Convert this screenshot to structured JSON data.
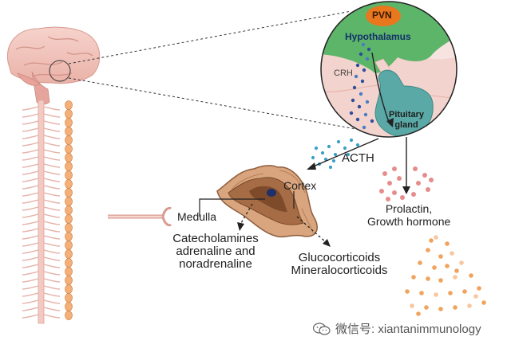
{
  "labels": {
    "pvn": "PVN",
    "hypothalamus": "Hypothalamus",
    "crh": "CRH",
    "pituitary_line1": "Pituitary",
    "pituitary_line2": "gland",
    "acth": "ACTH",
    "cortex": "Cortex",
    "medulla": "Medulla",
    "prolactin_line1": "Prolactin,",
    "prolactin_line2": "Growth hormone",
    "catecholamines_line1": "Catecholamines",
    "catecholamines_line2": "adrenaline and",
    "catecholamines_line3": "noradrenaline",
    "gluco_line1": "Glucocorticoids",
    "gluco_line2": "Mineralocorticoids"
  },
  "watermark": {
    "text": "微信号: xiantanimmunology",
    "icon": "wechat-icon"
  },
  "colors": {
    "hypothalamus": "#5db56a",
    "pvn": "#e8771e",
    "pituitary": "#5aa9a6",
    "brain": "#f2c4bd",
    "crh_dots": "#2e4f9a",
    "acth_dots": "#3aa0c8",
    "prolactin_dots": "#e58d8d",
    "gh_dots": "#f0a35c",
    "adrenal": "#c7906a"
  }
}
